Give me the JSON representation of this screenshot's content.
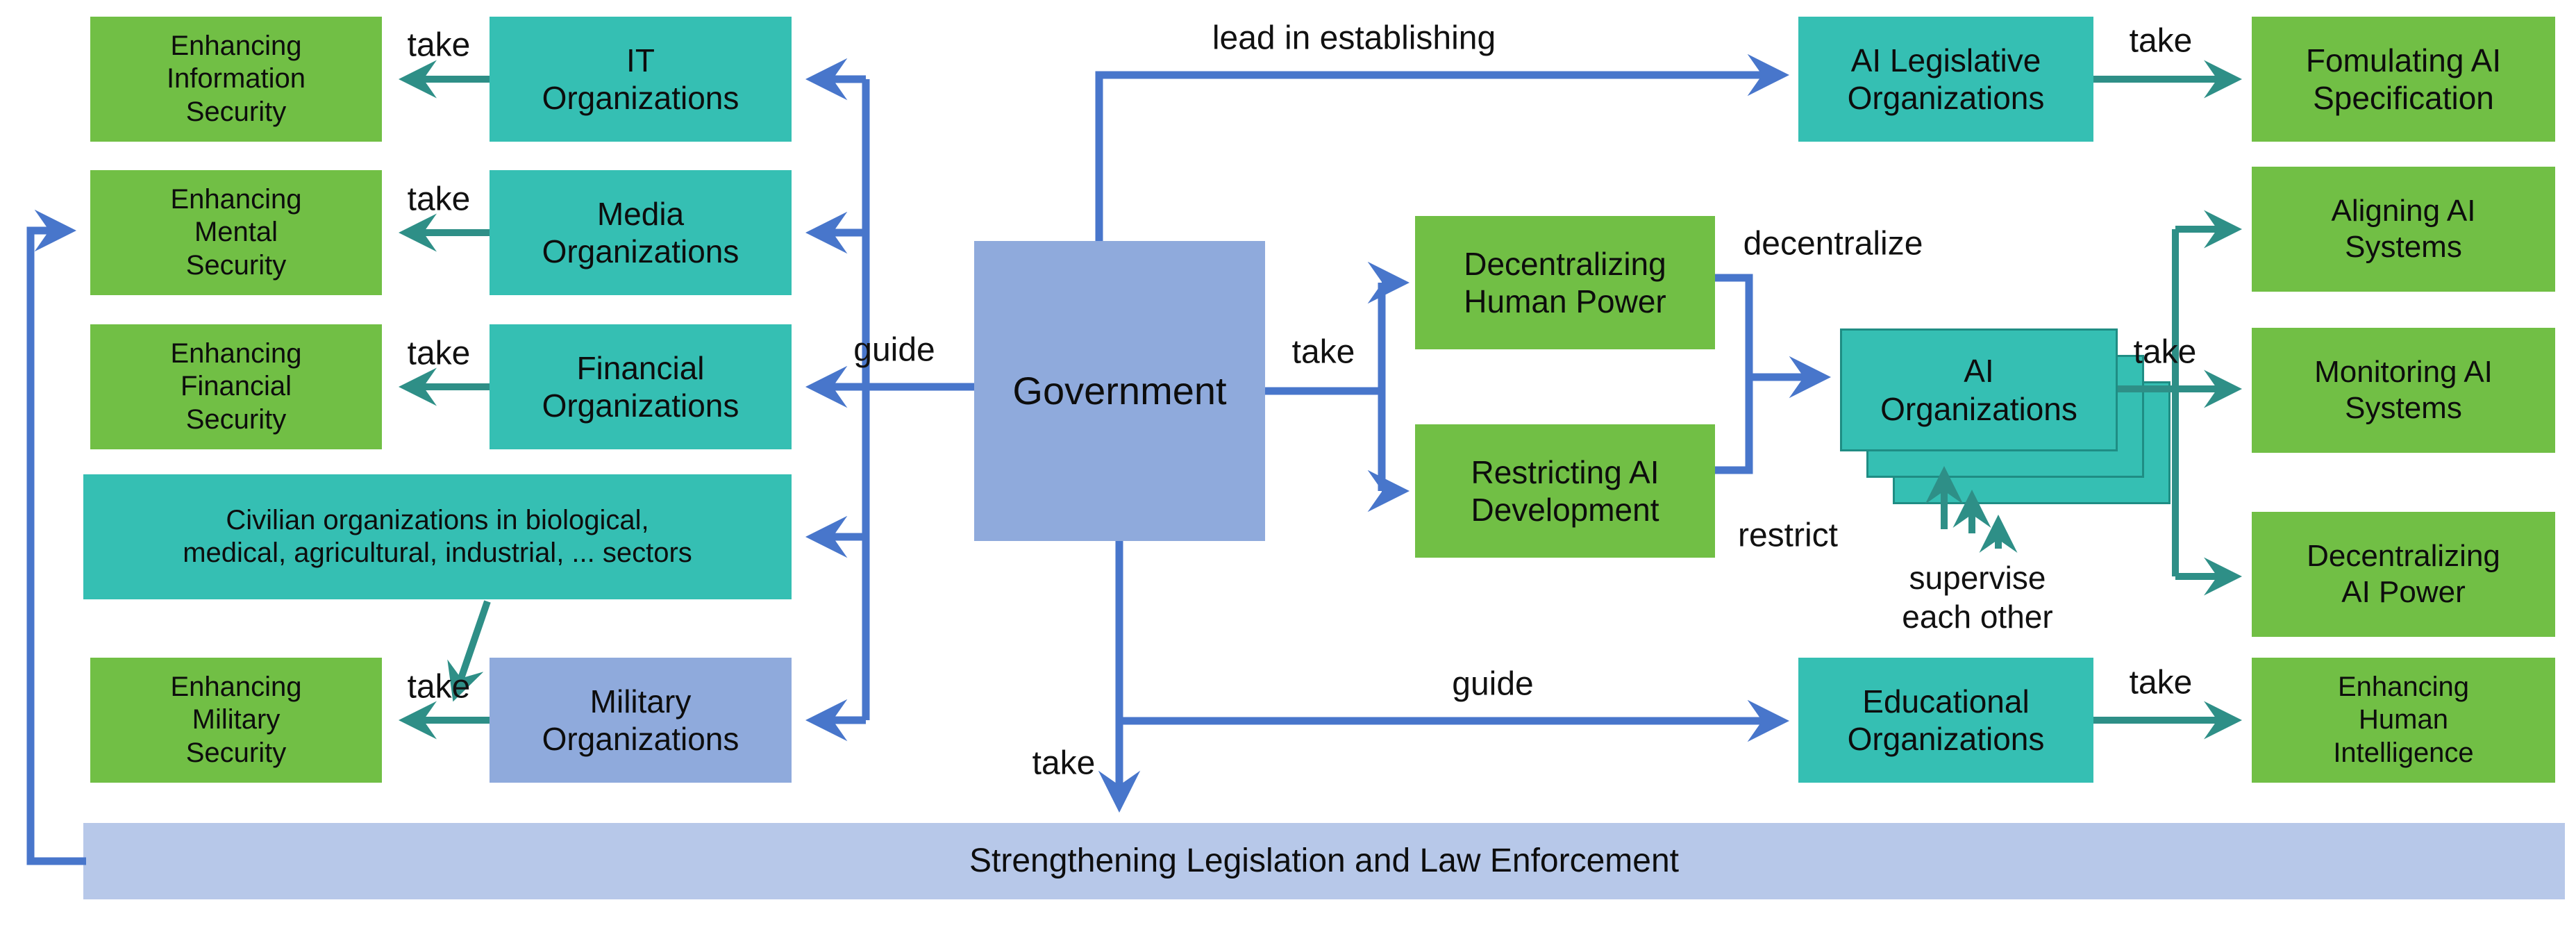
{
  "labels": {
    "take": "take",
    "guide": "guide",
    "lead_in_establishing": "lead in establishing",
    "decentralize": "decentralize",
    "restrict": "restrict",
    "supervise_each_other": "supervise\neach other"
  },
  "nodes": {
    "government": "Government",
    "it_organizations": "IT\nOrganizations",
    "media_organizations": "Media\nOrganizations",
    "financial_organizations": "Financial\nOrganizations",
    "civilian_organizations": "Civilian organizations in biological,\nmedical, agricultural, industrial, ... sectors",
    "military_organizations": "Military\nOrganizations",
    "enhancing_information_security": "Enhancing\nInformation\nSecurity",
    "enhancing_mental_security": "Enhancing\nMental\nSecurity",
    "enhancing_financial_security": "Enhancing\nFinancial\nSecurity",
    "enhancing_military_security": "Enhancing\nMilitary\nSecurity",
    "ai_legislative_organizations": "AI Legislative\nOrganizations",
    "fomulating_ai_specification": "Fomulating AI\nSpecification",
    "decentralizing_human_power": "Decentralizing\nHuman Power",
    "restricting_ai_development": "Restricting AI\nDevelopment",
    "ai_organizations": "AI\nOrganizations",
    "aligning_ai_systems": "Aligning AI\nSystems",
    "monitoring_ai_systems": "Monitoring AI\nSystems",
    "decentralizing_ai_power": "Decentralizing\nAI Power",
    "educational_organizations": "Educational\nOrganizations",
    "enhancing_human_intelligence": "Enhancing\nHuman\nIntelligence",
    "strengthening_bar": "Strengthening Legislation and Law Enforcement"
  },
  "colors": {
    "teal_box": "#35BFB3",
    "green_box": "#71BF45",
    "periwinkle_box": "#8FAADC",
    "bottom_bar": "#B7C8E9",
    "blue_arrow": "#4876CB",
    "teal_arrow": "#2E8F87",
    "stack_border": "#1F8D84"
  }
}
